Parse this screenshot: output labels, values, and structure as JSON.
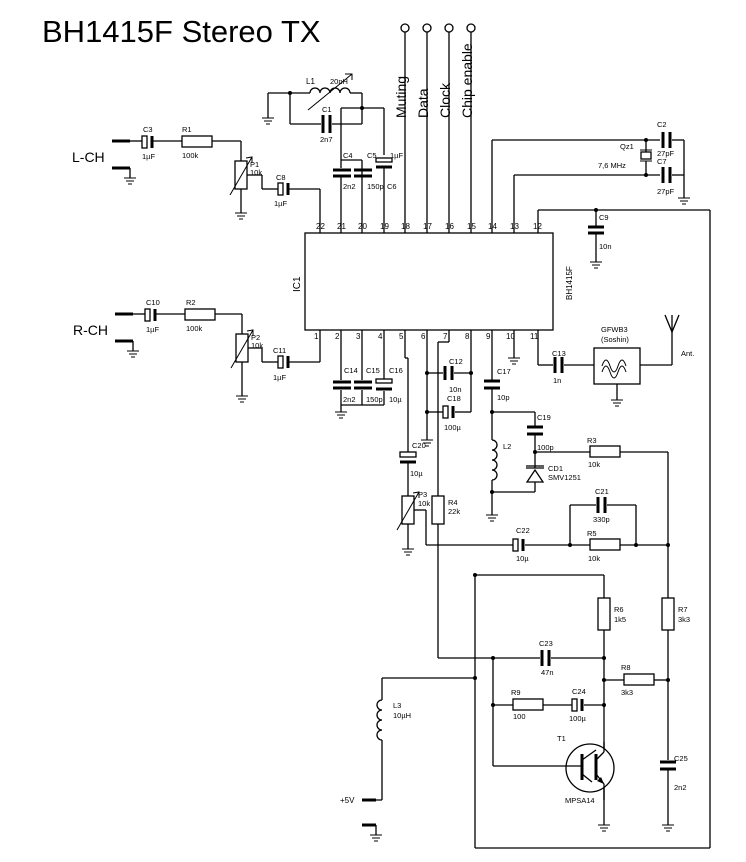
{
  "title": "BH1415F Stereo TX",
  "ic": {
    "ref": "IC1",
    "part": "BH1415F",
    "top_pins": [
      "22",
      "21",
      "20",
      "19",
      "18",
      "17",
      "16",
      "15",
      "14",
      "13",
      "12"
    ],
    "bottom_pins": [
      "1",
      "2",
      "3",
      "4",
      "5",
      "6",
      "7",
      "8",
      "9",
      "10",
      "11"
    ]
  },
  "control_pins": [
    "Muting",
    "Data",
    "Clock",
    "Chip enable"
  ],
  "inputs": {
    "left": "L-CH",
    "right": "R-CH"
  },
  "power": "+5V",
  "antenna": "Ant.",
  "filter": {
    "name": "GFWB3",
    "maker": "(Soshin)"
  },
  "crystal": {
    "ref": "Qz1",
    "freq": "7,6 MHz"
  },
  "components": {
    "C1": {
      "ref": "C1",
      "value": "2n7"
    },
    "C2": {
      "ref": "C2",
      "value": "27pF"
    },
    "C3": {
      "ref": "C3",
      "value": "1µF"
    },
    "C4": {
      "ref": "C4",
      "value": "2n2"
    },
    "C5": {
      "ref": "C5",
      "value": "150p"
    },
    "C6": {
      "ref": "C6",
      "value": "1µF"
    },
    "C7": {
      "ref": "C7",
      "value": "27pF"
    },
    "C8": {
      "ref": "C8",
      "value": "1µF"
    },
    "C9": {
      "ref": "C9",
      "value": "10n"
    },
    "C10": {
      "ref": "C10",
      "value": "1µF"
    },
    "C11": {
      "ref": "C11",
      "value": "1µF"
    },
    "C12": {
      "ref": "C12",
      "value": "10n"
    },
    "C13": {
      "ref": "C13",
      "value": "1n"
    },
    "C14": {
      "ref": "C14",
      "value": "2n2"
    },
    "C15": {
      "ref": "C15",
      "value": "150p"
    },
    "C16": {
      "ref": "C16",
      "value": "10µ"
    },
    "C17": {
      "ref": "C17",
      "value": "10p"
    },
    "C18": {
      "ref": "C18",
      "value": "100µ"
    },
    "C19": {
      "ref": "C19",
      "value": "100p"
    },
    "C20": {
      "ref": "C20",
      "value": "10µ"
    },
    "C21": {
      "ref": "C21",
      "value": "330p"
    },
    "C22": {
      "ref": "C22",
      "value": "10µ"
    },
    "C23": {
      "ref": "C23",
      "value": "47n"
    },
    "C24": {
      "ref": "C24",
      "value": "100µ"
    },
    "C25": {
      "ref": "C25",
      "value": "2n2"
    },
    "R1": {
      "ref": "R1",
      "value": "100k"
    },
    "R2": {
      "ref": "R2",
      "value": "100k"
    },
    "R3": {
      "ref": "R3",
      "value": "10k"
    },
    "R4": {
      "ref": "R4",
      "value": "22k"
    },
    "R5": {
      "ref": "R5",
      "value": "10k"
    },
    "R6": {
      "ref": "R6",
      "value": "1k5"
    },
    "R7": {
      "ref": "R7",
      "value": "3k3"
    },
    "R8": {
      "ref": "R8",
      "value": "3k3"
    },
    "R9": {
      "ref": "R9",
      "value": "100"
    },
    "P1": {
      "ref": "P1",
      "value": "10k"
    },
    "P2": {
      "ref": "P2",
      "value": "10k"
    },
    "P3": {
      "ref": "P3",
      "value": "10k"
    },
    "L1": {
      "ref": "L1",
      "value": "20nH"
    },
    "L2": {
      "ref": "L2",
      "value": ""
    },
    "L3": {
      "ref": "L3",
      "value": "10µH"
    },
    "CD1": {
      "ref": "CD1",
      "value": "SMV1251"
    },
    "T1": {
      "ref": "T1",
      "value": "MPSA14"
    }
  }
}
